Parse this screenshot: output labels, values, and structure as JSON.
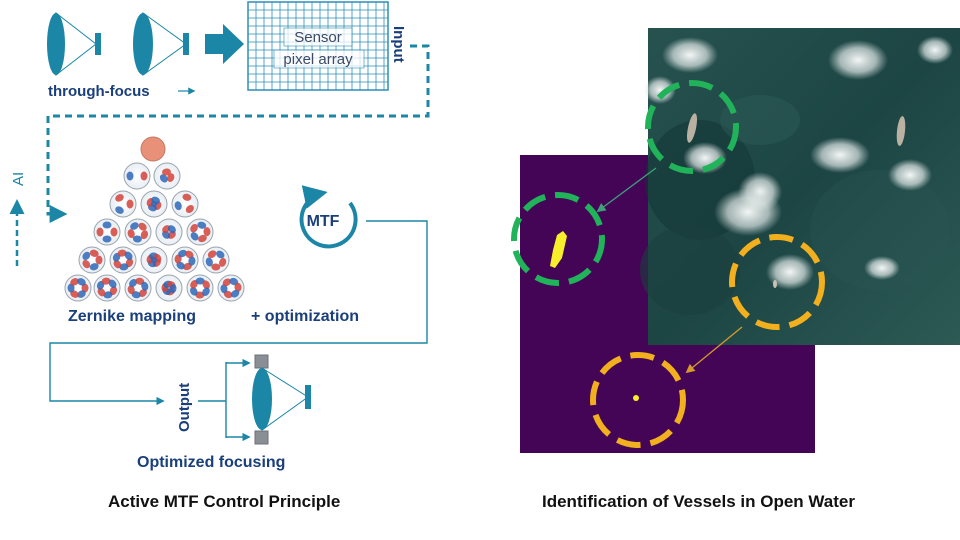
{
  "colors": {
    "accent": "#1b86a6",
    "accent_dark": "#1a3f7a",
    "pixel_grid": "#2a8fb5",
    "purple_mask": "#440556",
    "water": "#1f4a4c",
    "green_circle": "#21b35a",
    "orange_circle": "#f2b01e",
    "vessel_mask": "#f7ef2a"
  },
  "left_diagram": {
    "through_focus_label": "through-focus",
    "sensor_label_line1": "Sensor",
    "sensor_label_line2": "pixel array",
    "input_label": "Input",
    "ai_label": "AI",
    "mtf_label": "MTF",
    "zernike_label": "Zernike mapping",
    "optimization_label": "+ optimization",
    "output_label": "Output",
    "optimized_label": "Optimized focusing",
    "caption": "Active MTF Control Principle"
  },
  "right_diagram": {
    "caption": "Identification of Vessels in Open Water"
  }
}
